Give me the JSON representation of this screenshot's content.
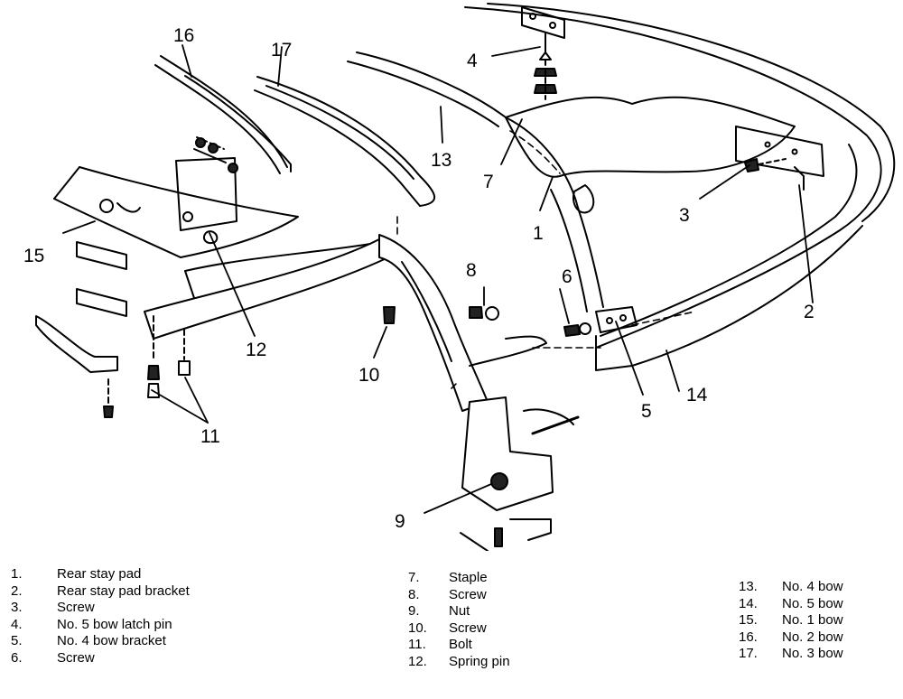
{
  "callouts": [
    "1",
    "2",
    "3",
    "4",
    "5",
    "6",
    "7",
    "8",
    "9",
    "10",
    "11",
    "12",
    "13",
    "14",
    "15",
    "16",
    "17"
  ],
  "legend": [
    [
      {
        "num": "1.",
        "label": "Rear stay pad"
      },
      {
        "num": "2.",
        "label": "Rear stay pad bracket"
      },
      {
        "num": "3.",
        "label": "Screw"
      },
      {
        "num": "4.",
        "label": "No. 5 bow latch pin"
      },
      {
        "num": "5.",
        "label": "No. 4 bow bracket"
      },
      {
        "num": "6.",
        "label": "Screw"
      }
    ],
    [
      {
        "num": "7.",
        "label": "Staple"
      },
      {
        "num": "8.",
        "label": "Screw"
      },
      {
        "num": "9.",
        "label": "Nut"
      },
      {
        "num": "10.",
        "label": "Screw"
      },
      {
        "num": "11.",
        "label": "Bolt"
      },
      {
        "num": "12.",
        "label": "Spring pin"
      }
    ],
    [
      {
        "num": "13.",
        "label": "No. 4 bow"
      },
      {
        "num": "14.",
        "label": "No. 5 bow"
      },
      {
        "num": "15.",
        "label": "No. 1 bow"
      },
      {
        "num": "16.",
        "label": "No. 2 bow"
      },
      {
        "num": "17.",
        "label": "No. 3 bow"
      }
    ]
  ]
}
